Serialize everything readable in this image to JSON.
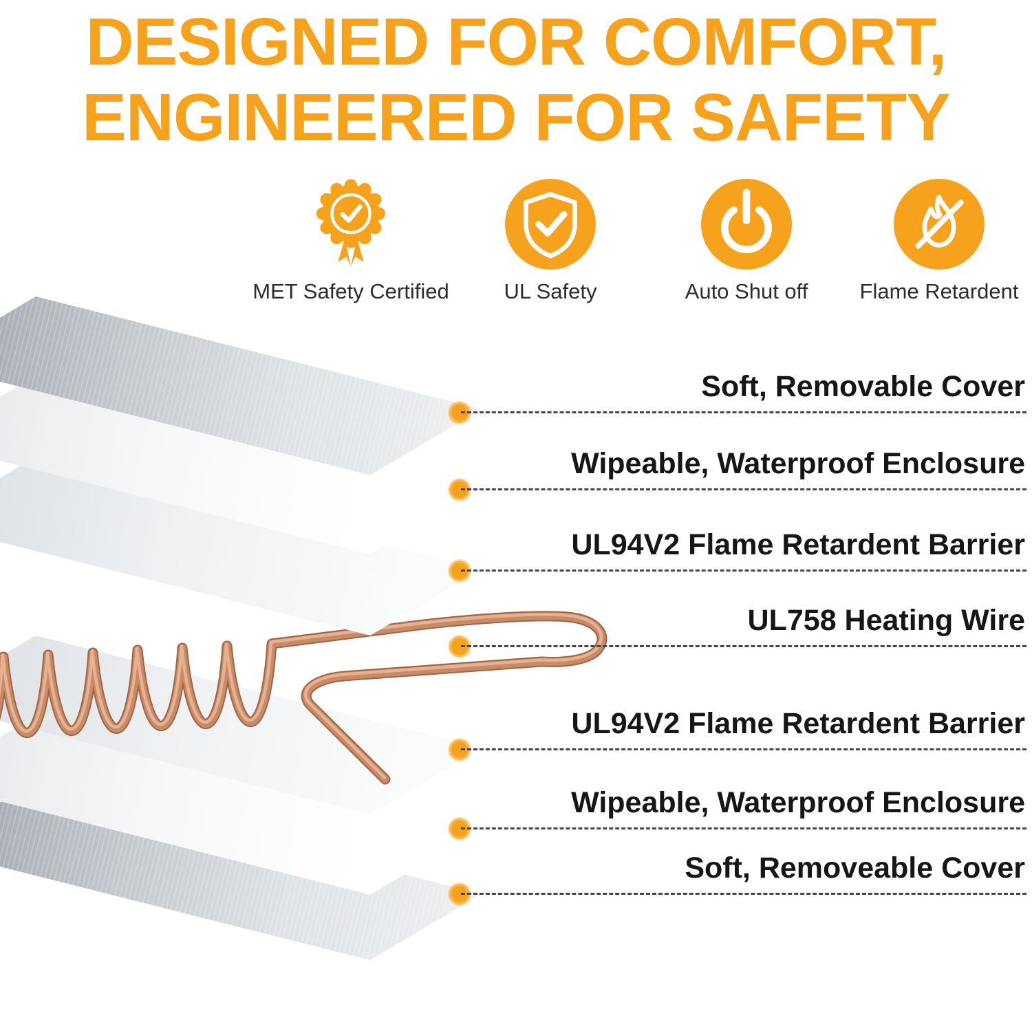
{
  "colors": {
    "accent": "#F6A21D",
    "copper_dark": "#9c6647",
    "copper_main": "#c98a68",
    "copper_light": "#e7b291",
    "label_text": "#161616"
  },
  "header": {
    "line1": "DESIGNED FOR COMFORT,",
    "line2": "ENGINEERED FOR SAFETY"
  },
  "badges": [
    {
      "icon": "met-certified-seal-icon",
      "label": "MET Safety Certified"
    },
    {
      "icon": "ul-shield-check-icon",
      "label": "UL Safety"
    },
    {
      "icon": "power-auto-shutoff-icon",
      "label": "Auto Shut off"
    },
    {
      "icon": "flame-retardant-icon",
      "label": "Flame Retardent"
    }
  ],
  "layers": [
    {
      "label": "Soft, Removable Cover",
      "material": "gray-fabric-sheet"
    },
    {
      "label": "Wipeable, Waterproof Enclosure",
      "material": "white-sheet"
    },
    {
      "label": "UL94V2 Flame Retardent Barrier",
      "material": "light-sheet"
    },
    {
      "label": "UL758 Heating Wire",
      "material": "copper-wire"
    },
    {
      "label": "UL94V2 Flame Retardent Barrier",
      "material": "light-sheet"
    },
    {
      "label": "Wipeable, Waterproof Enclosure",
      "material": "white-sheet"
    },
    {
      "label": "Soft, Removeable Cover",
      "material": "gray-fabric-sheet"
    }
  ]
}
